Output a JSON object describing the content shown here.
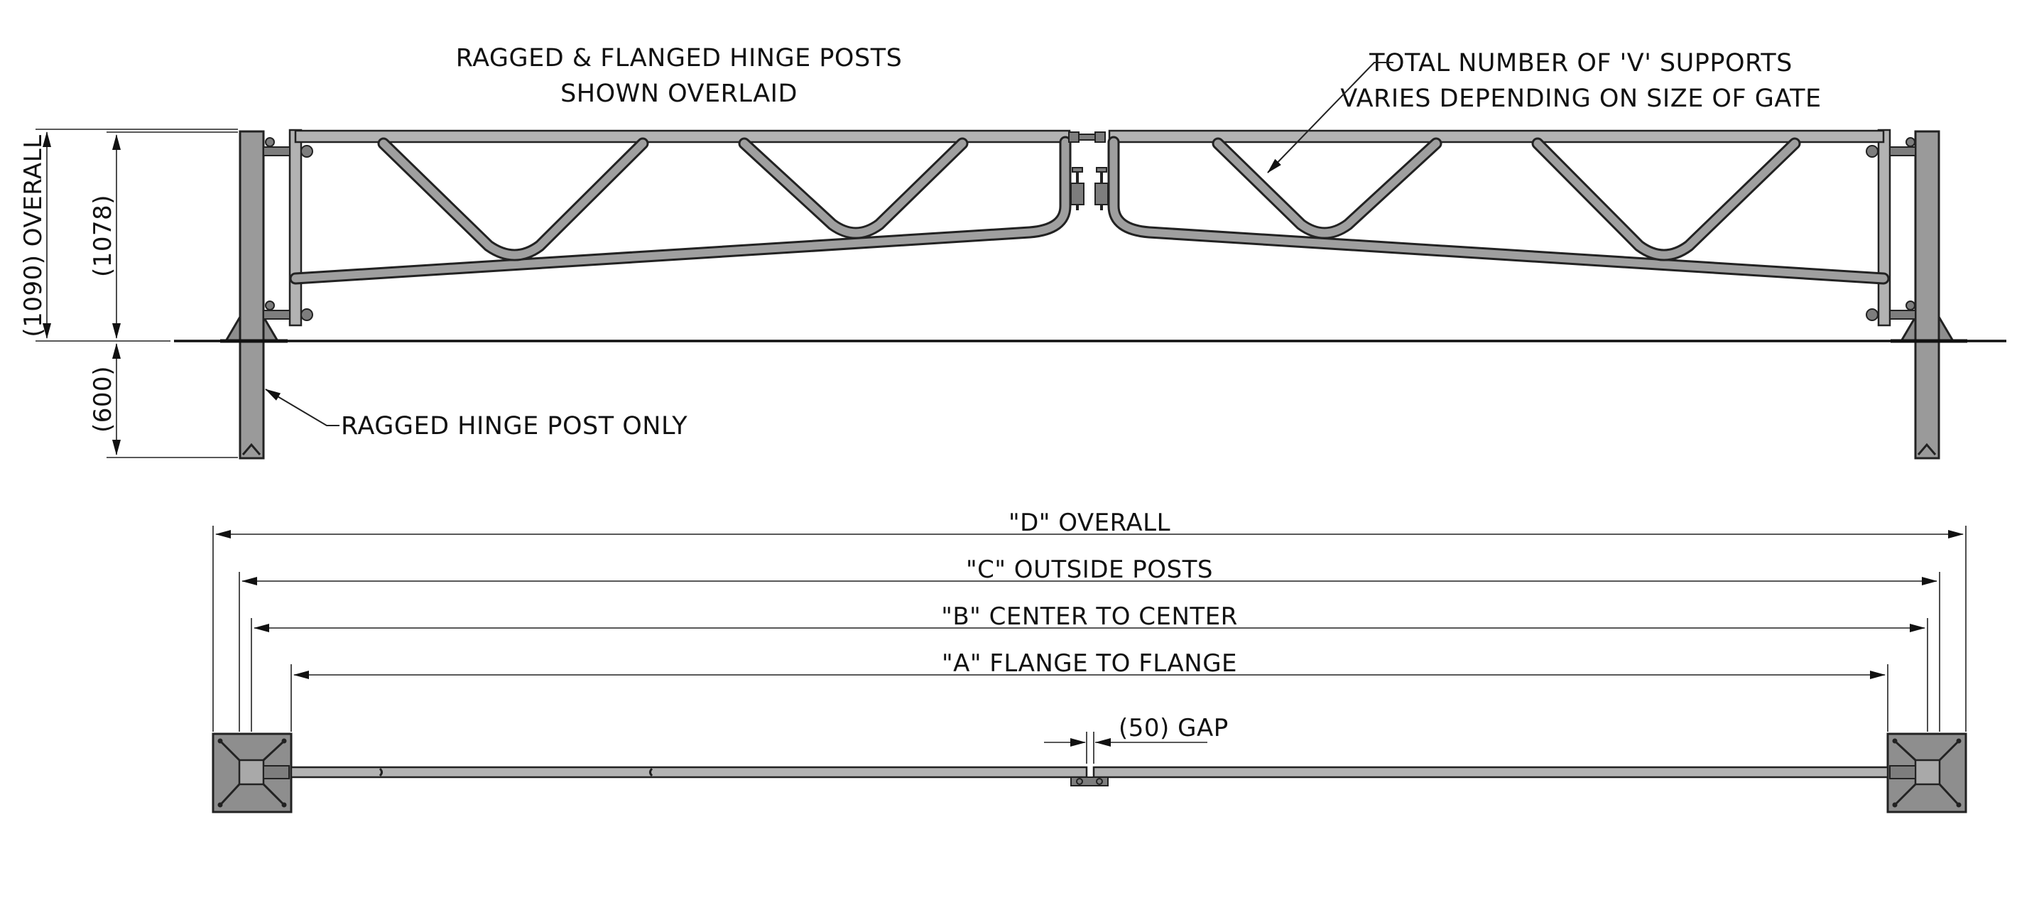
{
  "notes": {
    "overlaid_line1": "RAGGED & FLANGED HINGE POSTS",
    "overlaid_line2": "SHOWN OVERLAID",
    "supports_line1": "TOTAL NUMBER OF 'V' SUPPORTS",
    "supports_line2": "VARIES DEPENDING ON SIZE OF GATE",
    "ragged_post": "RAGGED HINGE POST ONLY"
  },
  "dimensions": {
    "overall_height": "(1090) OVERALL",
    "gate_height": "(1078)",
    "post_depth": "(600)",
    "d_overall": "\"D\" OVERALL",
    "c_outside_posts": "\"C\" OUTSIDE POSTS",
    "b_center_to_center": "\"B\" CENTER TO CENTER",
    "a_flange_to_flange": "\"A\" FLANGE TO FLANGE",
    "gap": "(50) GAP"
  },
  "colors": {
    "line": "#222222",
    "steel": "#9a9a9a",
    "background": "#ffffff"
  }
}
